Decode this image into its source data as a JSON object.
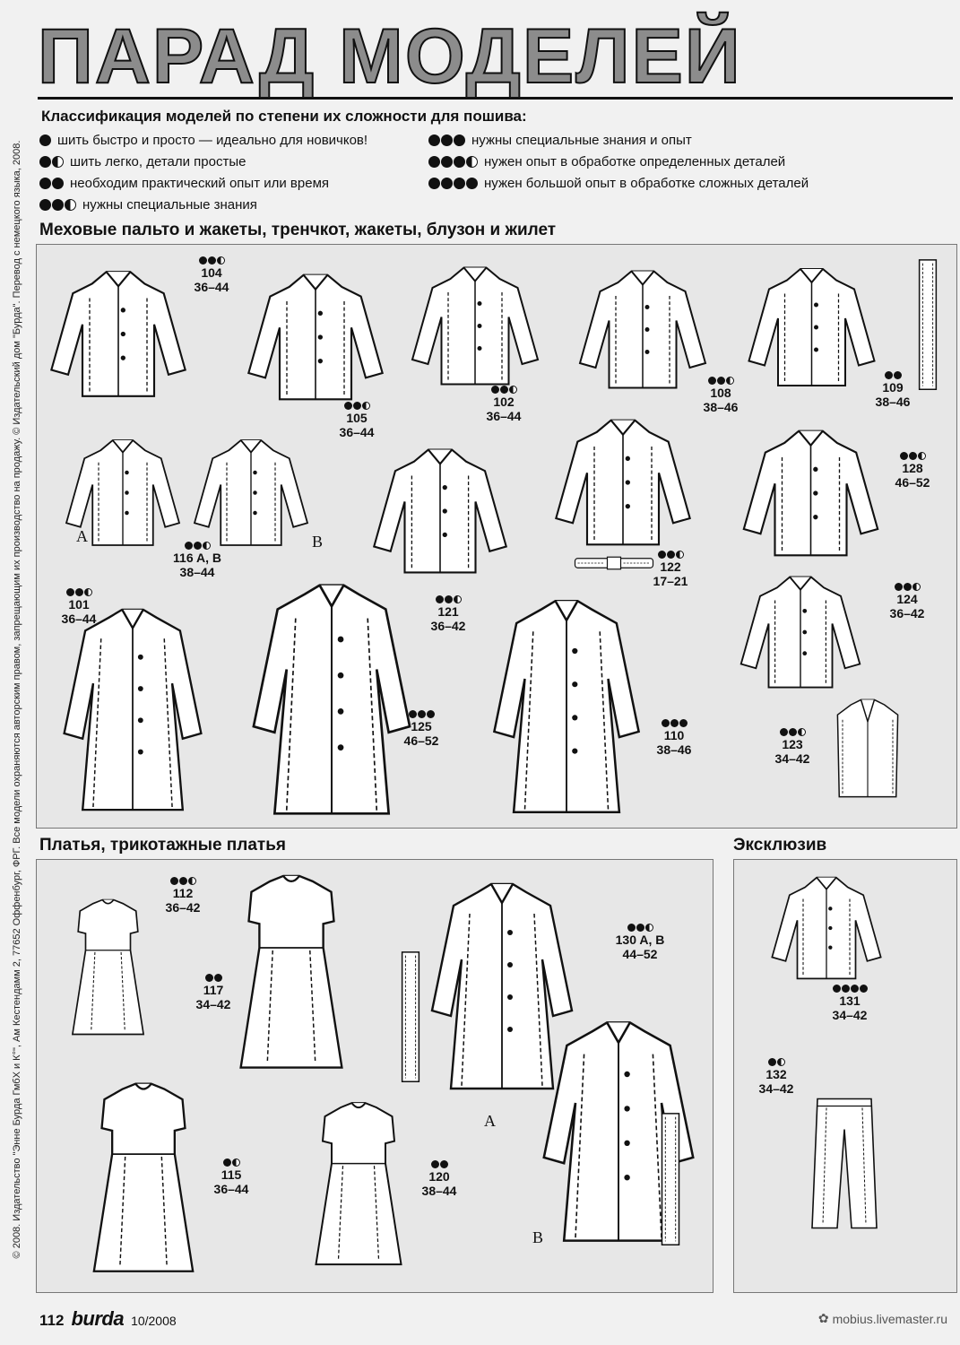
{
  "title": "ПАРАД МОДЕЛЕЙ",
  "side_credit": "© 2008. Издательство \"Энне Бурда ГмбХ и К°\", Ам Кестендамм 2, 77652 Оффенбург, ФРГ. Все модели охраняются авторским правом, запрещающим их производство на продажу. © Издательский дом \"Бурда\". Перевод с немецкого языка, 2008.",
  "legend": {
    "heading": "Классификация моделей по степени их сложности для пошива:",
    "items": [
      {
        "dots": "1",
        "label": "шить быстро и просто — идеально для новичков!"
      },
      {
        "dots": "1.5",
        "label": "шить легко, детали простые"
      },
      {
        "dots": "2",
        "label": "необходим практический опыт или время"
      },
      {
        "dots": "2.5",
        "label": "нужны специальные знания"
      },
      {
        "dots": "3",
        "label": "нужны специальные знания и опыт"
      },
      {
        "dots": "3.5",
        "label": "нужен опыт в обработке определенных деталей"
      },
      {
        "dots": "4",
        "label": "нужен большой опыт в обработке сложных деталей"
      }
    ]
  },
  "sections": {
    "outerwear": "Меховые пальто и жакеты, тренчкот, жакеты, блузон и жилет",
    "dresses": "Платья, трикотажные платья",
    "exclusive": "Эксклюзив"
  },
  "models": [
    {
      "num": "104",
      "sizes": "36–44",
      "dots": "2.5"
    },
    {
      "num": "105",
      "sizes": "36–44",
      "dots": "2.5"
    },
    {
      "num": "102",
      "sizes": "36–44",
      "dots": "2.5"
    },
    {
      "num": "108",
      "sizes": "38–46",
      "dots": "2.5"
    },
    {
      "num": "109",
      "sizes": "38–46",
      "dots": "2"
    },
    {
      "num": "116 A, B",
      "sizes": "38–44",
      "dots": "2.5"
    },
    {
      "num": "128",
      "sizes": "46–52",
      "dots": "2.5"
    },
    {
      "num": "122",
      "sizes": "17–21",
      "dots": "2.5"
    },
    {
      "num": "101",
      "sizes": "36–44",
      "dots": "2.5"
    },
    {
      "num": "121",
      "sizes": "36–42",
      "dots": "2.5"
    },
    {
      "num": "124",
      "sizes": "36–42",
      "dots": "2.5"
    },
    {
      "num": "125",
      "sizes": "46–52",
      "dots": "3"
    },
    {
      "num": "110",
      "sizes": "38–46",
      "dots": "3"
    },
    {
      "num": "123",
      "sizes": "34–42",
      "dots": "2.5"
    },
    {
      "num": "112",
      "sizes": "36–42",
      "dots": "2.5"
    },
    {
      "num": "117",
      "sizes": "34–42",
      "dots": "2"
    },
    {
      "num": "130 A, B",
      "sizes": "44–52",
      "dots": "2.5"
    },
    {
      "num": "115",
      "sizes": "36–44",
      "dots": "1.5"
    },
    {
      "num": "120",
      "sizes": "38–44",
      "dots": "2"
    },
    {
      "num": "131",
      "sizes": "34–42",
      "dots": "4"
    },
    {
      "num": "132",
      "sizes": "34–42",
      "dots": "1.5"
    }
  ],
  "variant_labels": [
    "A",
    "B",
    "A",
    "B"
  ],
  "footer": {
    "page": "112",
    "brand": "burda",
    "issue": "10/2008"
  },
  "watermark": "mobius.livemaster.ru"
}
